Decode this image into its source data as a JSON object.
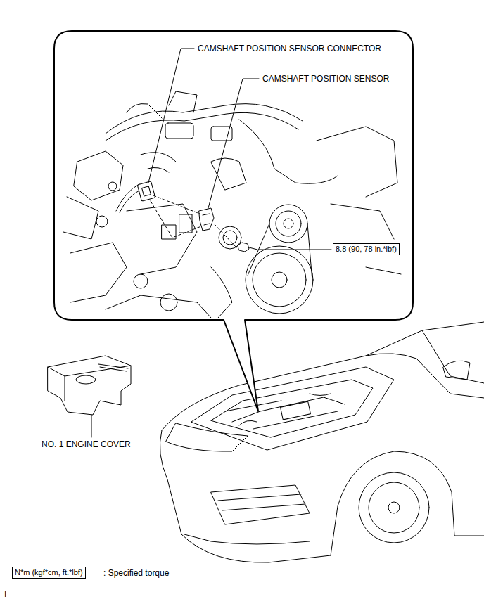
{
  "diagram": {
    "nodes": [
      {
        "text": [
          "8.8 (90, 78 in.*lbf)"
        ]
      },
      {
        "text": [
          "N*m (kgf*cm, ft.*lbf)"
        ]
      }
    ],
    "labels": [
      "CAMSHAFT POSITION SENSOR CONNECTOR",
      "CAMSHAFT POSITION SENSOR",
      "NO. 1 ENGINE COVER",
      ": Specified torque",
      "T"
    ]
  }
}
